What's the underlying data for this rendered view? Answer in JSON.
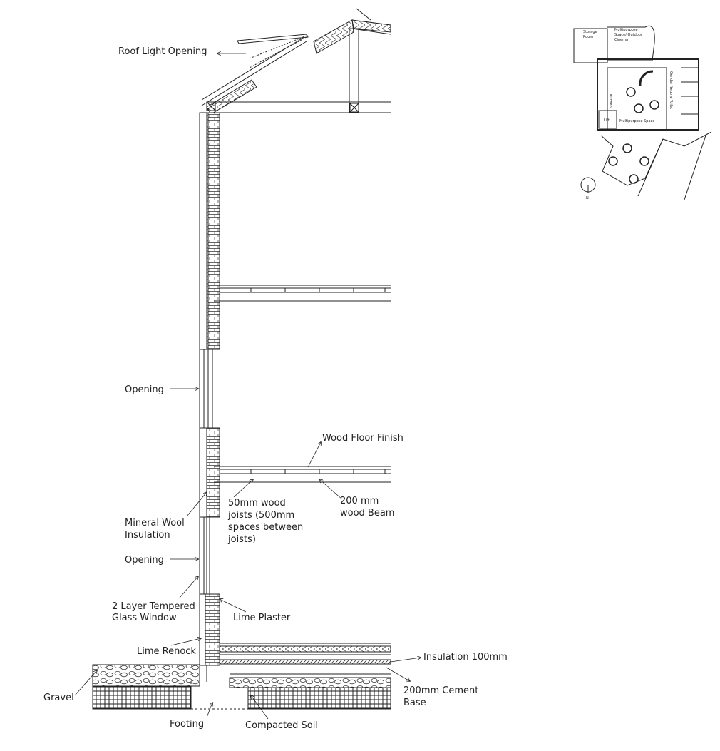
{
  "labels": {
    "roof_light": "Roof Light Opening",
    "opening_upper": "Opening",
    "wood_floor": "Wood Floor Finish",
    "joists": [
      "50mm wood",
      "joists (500mm",
      "spaces between",
      "joists)"
    ],
    "beam": [
      "200 mm",
      "wood Beam"
    ],
    "mineral_wool": [
      "Mineral Wool",
      "Insulation"
    ],
    "opening_lower": "Opening",
    "glass": [
      "2 Layer Tempered",
      "Glass Window"
    ],
    "lime_plaster": "Lime Plaster",
    "lime_renock": "Lime Renock",
    "insulation": "Insulation 100mm",
    "cement": [
      "200mm Cement",
      "Base"
    ],
    "gravel": "Gravel",
    "footing": "Footing",
    "soil": "Compacted Soil"
  },
  "plan": {
    "storage": [
      "Storage",
      "Room"
    ],
    "outdoor": [
      "Multipurpose",
      "Space/ Outdoor",
      "Cinema"
    ],
    "kitchen": "Kitchen",
    "toilet": "Gender Neutral Toilet",
    "lift": "Lift",
    "multipurpose": "Multipurpose Space",
    "north": "N"
  },
  "colors": {
    "line": "#222222",
    "hatch": "#444444"
  },
  "icons": {
    "north_arrow": "north-arrow-icon"
  }
}
